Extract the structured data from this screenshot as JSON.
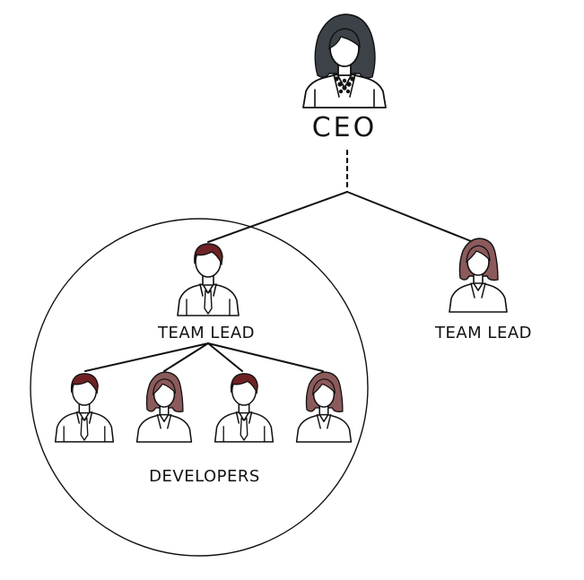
{
  "nodes": {
    "ceo": {
      "label": "CEO"
    },
    "team_lead_left": {
      "label": "TEAM LEAD"
    },
    "team_lead_right": {
      "label": "TEAM LEAD"
    },
    "developers": {
      "label": "DEVELOPERS"
    }
  },
  "colors": {
    "ceo_hair": "#3d4248",
    "male_hair": "#6e2224",
    "female_hair": "#8c5a5b",
    "line": "#111111"
  }
}
